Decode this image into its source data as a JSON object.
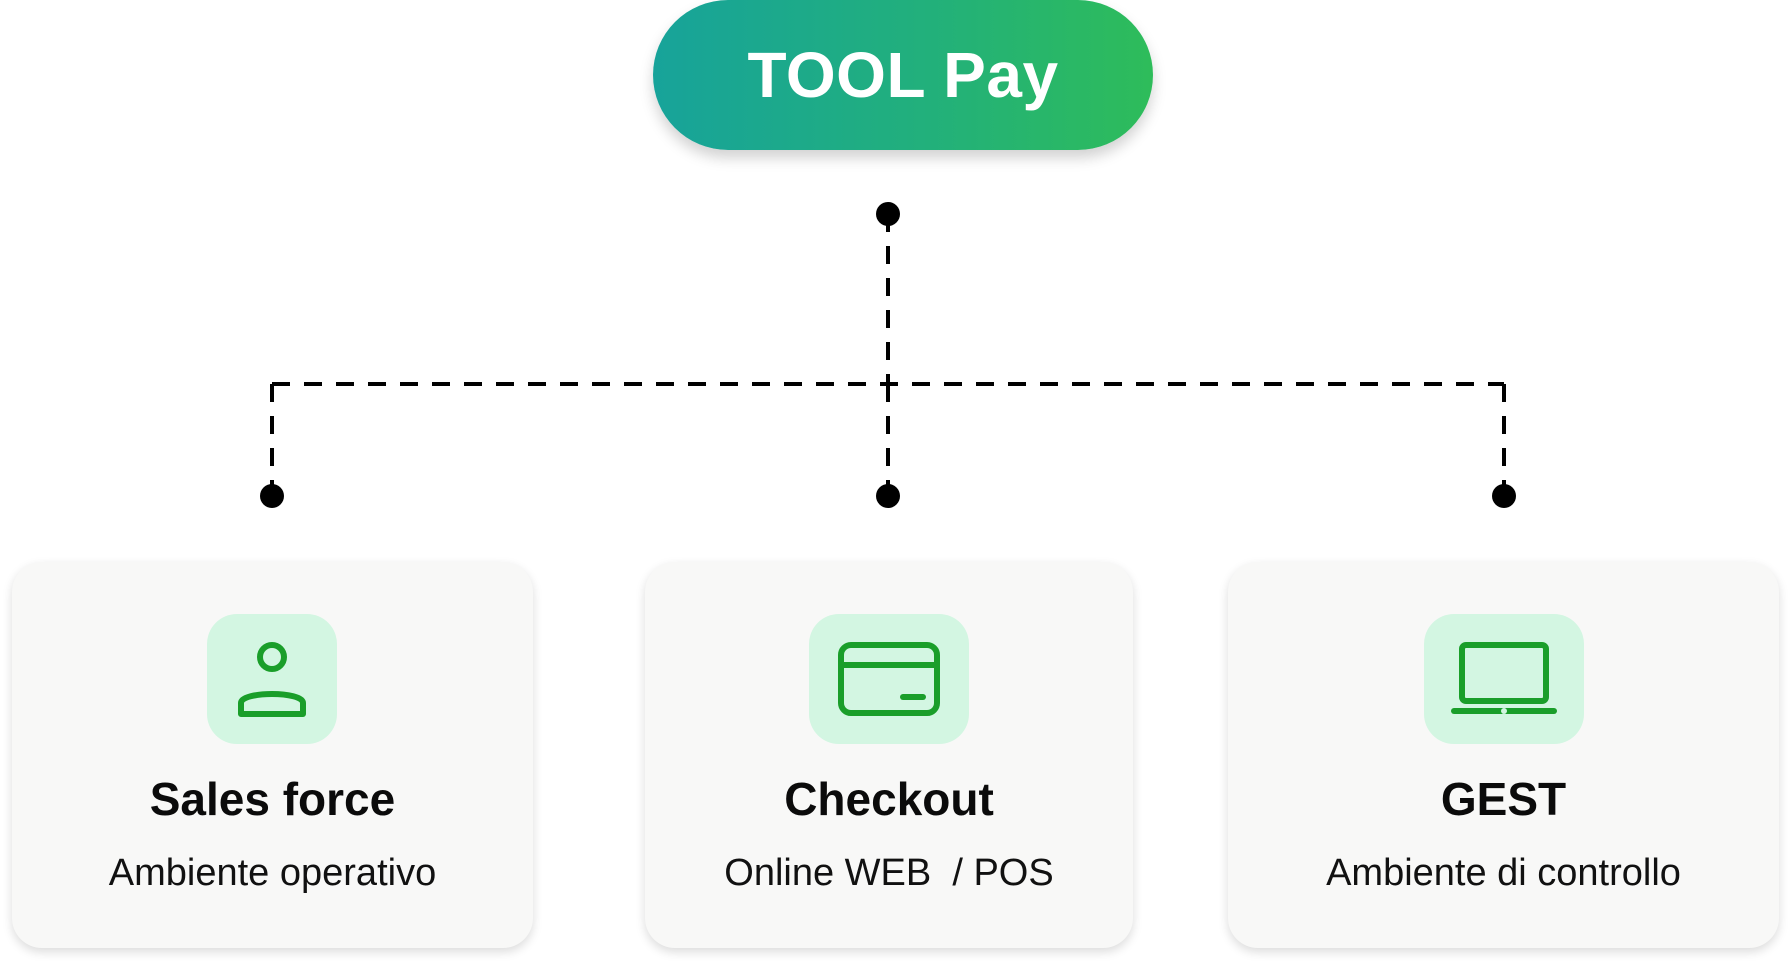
{
  "root": {
    "label": "TOOL Pay"
  },
  "colors": {
    "gradient_start": "#17a39a",
    "gradient_end": "#2ebc5a",
    "icon_green": "#1a9e2a",
    "icon_bg": "#d3f6e2",
    "card_bg": "#f8f8f7",
    "connector": "#000000"
  },
  "nodes": [
    {
      "title": "Sales force",
      "subtitle": "Ambiente operativo",
      "icon": "user-icon"
    },
    {
      "title": "Checkout",
      "subtitle": "Online WEB  / POS",
      "icon": "credit-card-icon"
    },
    {
      "title": "GEST",
      "subtitle": "Ambiente di controllo",
      "icon": "laptop-icon"
    }
  ]
}
